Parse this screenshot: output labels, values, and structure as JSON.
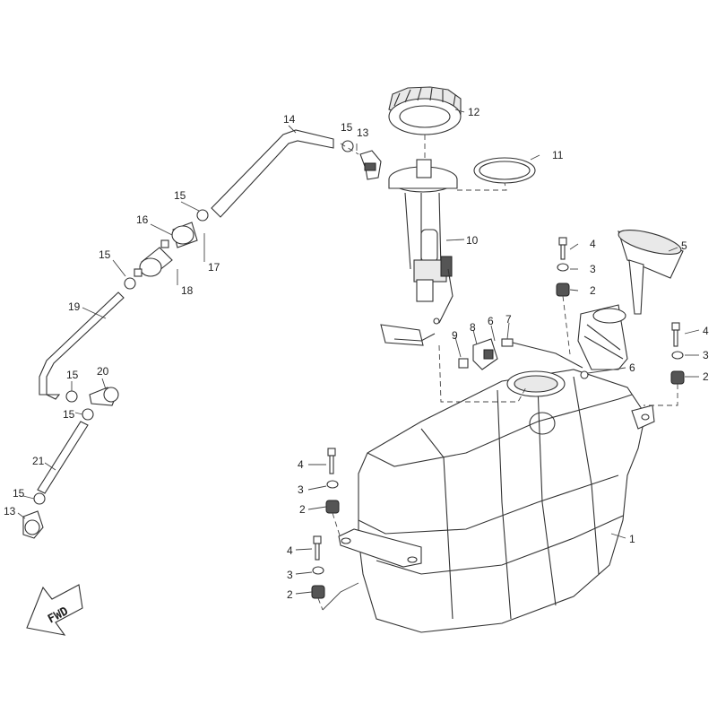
{
  "diagram": {
    "direction_label": "FWD",
    "callouts": {
      "c1": "1",
      "c2a": "2",
      "c2b": "2",
      "c2c": "2",
      "c2d": "2",
      "c3a": "3",
      "c3b": "3",
      "c3c": "3",
      "c3d": "3",
      "c4a": "4",
      "c4b": "4",
      "c4c": "4",
      "c4d": "4",
      "c5": "5",
      "c6a": "6",
      "c6b": "6",
      "c7": "7",
      "c8": "8",
      "c9": "9",
      "c10": "10",
      "c11": "11",
      "c12": "12",
      "c13a": "13",
      "c13b": "13",
      "c14": "14",
      "c15a": "15",
      "c15b": "15",
      "c15c": "15",
      "c15d": "15",
      "c15e": "15",
      "c15f": "15",
      "c16": "16",
      "c17": "17",
      "c18": "18",
      "c19": "19",
      "c20": "20",
      "c21": "21"
    }
  }
}
